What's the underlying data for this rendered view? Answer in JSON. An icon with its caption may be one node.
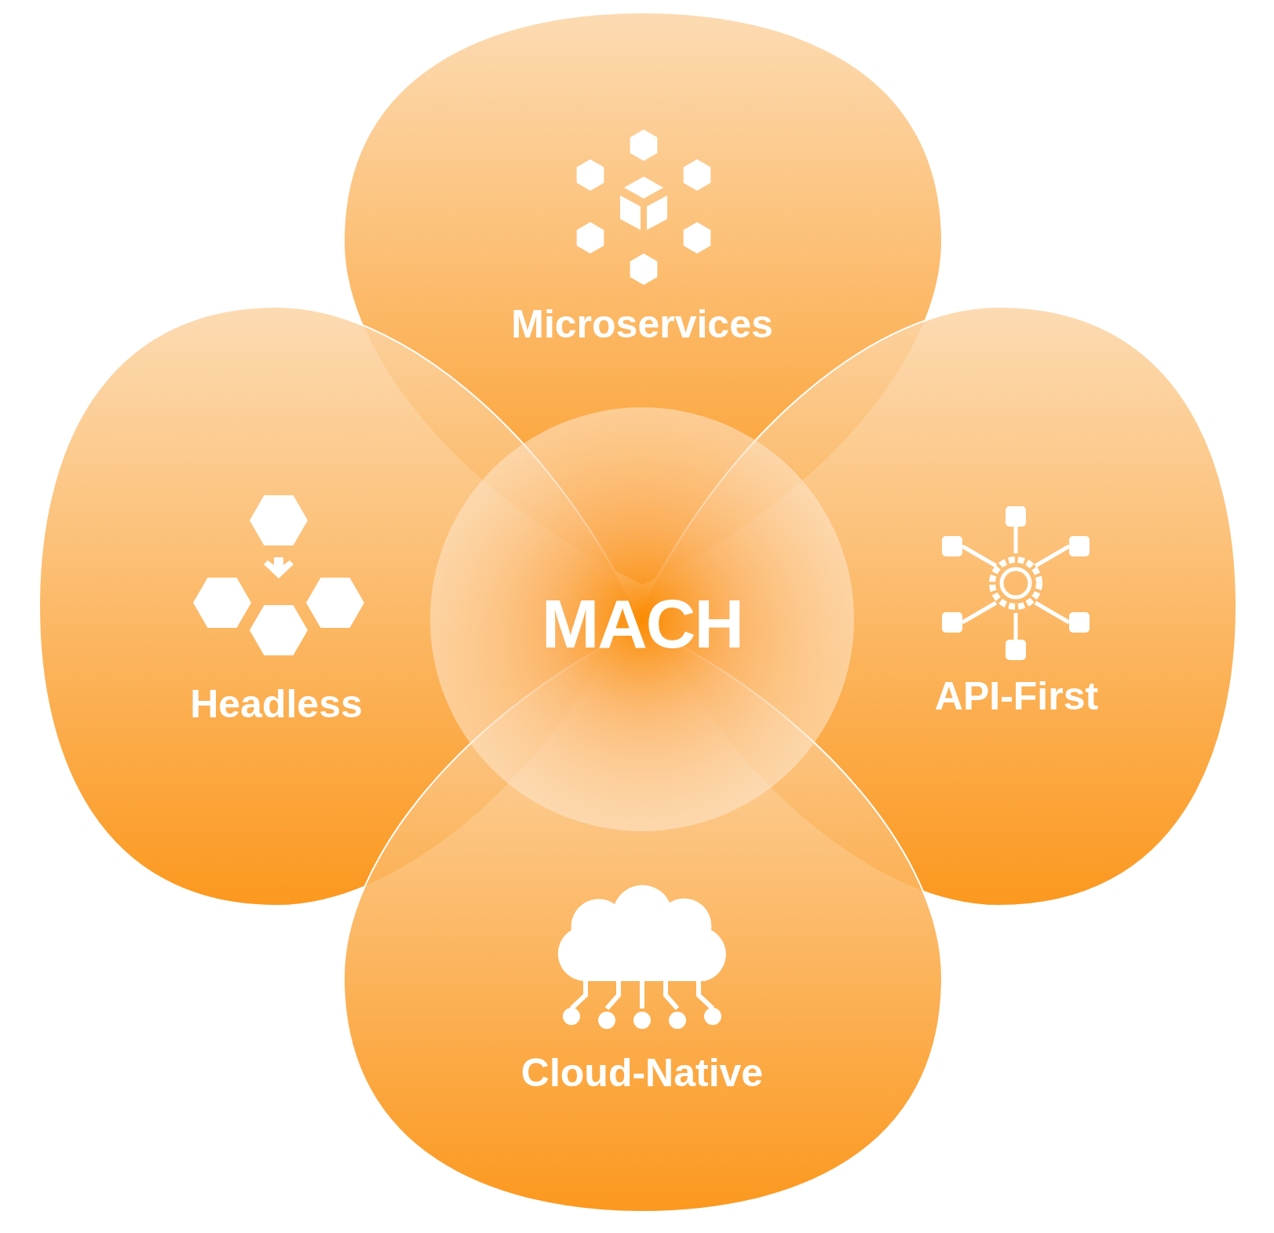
{
  "diagram": {
    "nodes": [
      {
        "text": [
          "Microservices"
        ]
      },
      {
        "text": [
          "Headless"
        ]
      },
      {
        "text": [
          "MACH"
        ]
      },
      {
        "text": [
          "API-First"
        ]
      },
      {
        "text": [
          "Cloud-Native"
        ]
      }
    ]
  }
}
